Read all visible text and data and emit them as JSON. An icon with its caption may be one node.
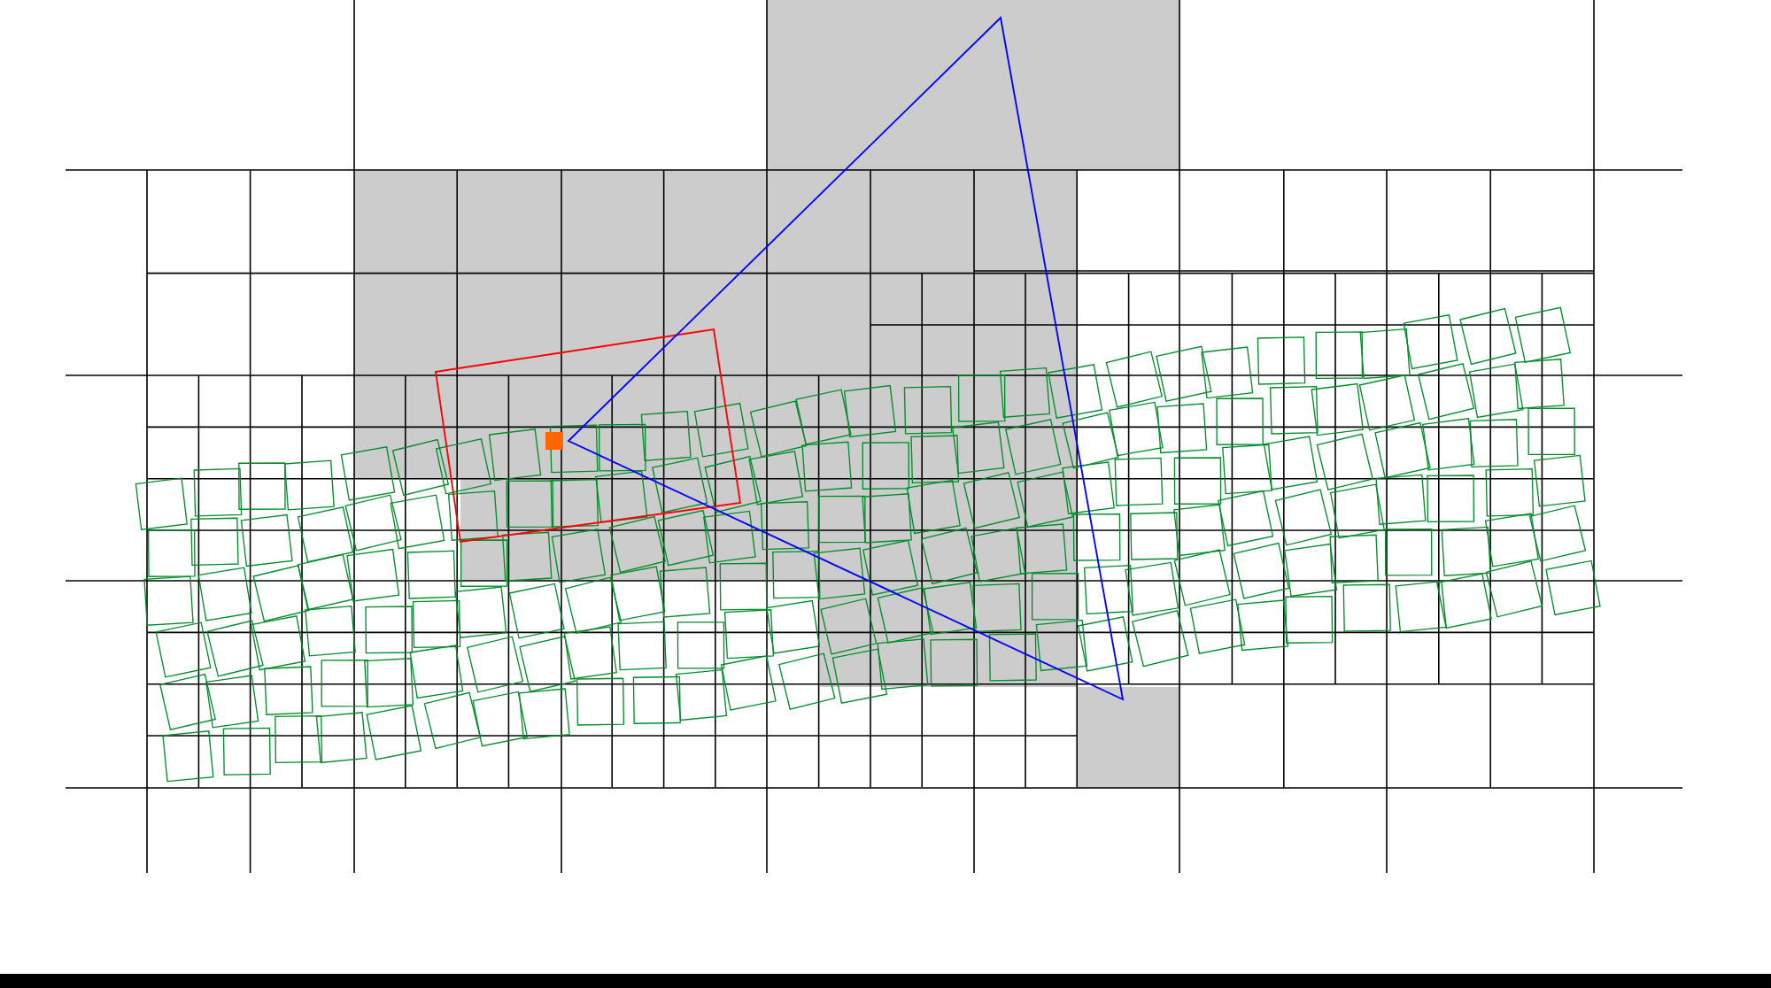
{
  "diagram": {
    "nodes": [
      {
        "text": [],
        "shape": "box"
      },
      {
        "text": [],
        "shape": "triangle"
      },
      {
        "text": [],
        "shape": "square",
        "in": 0
      }
    ]
  }
}
